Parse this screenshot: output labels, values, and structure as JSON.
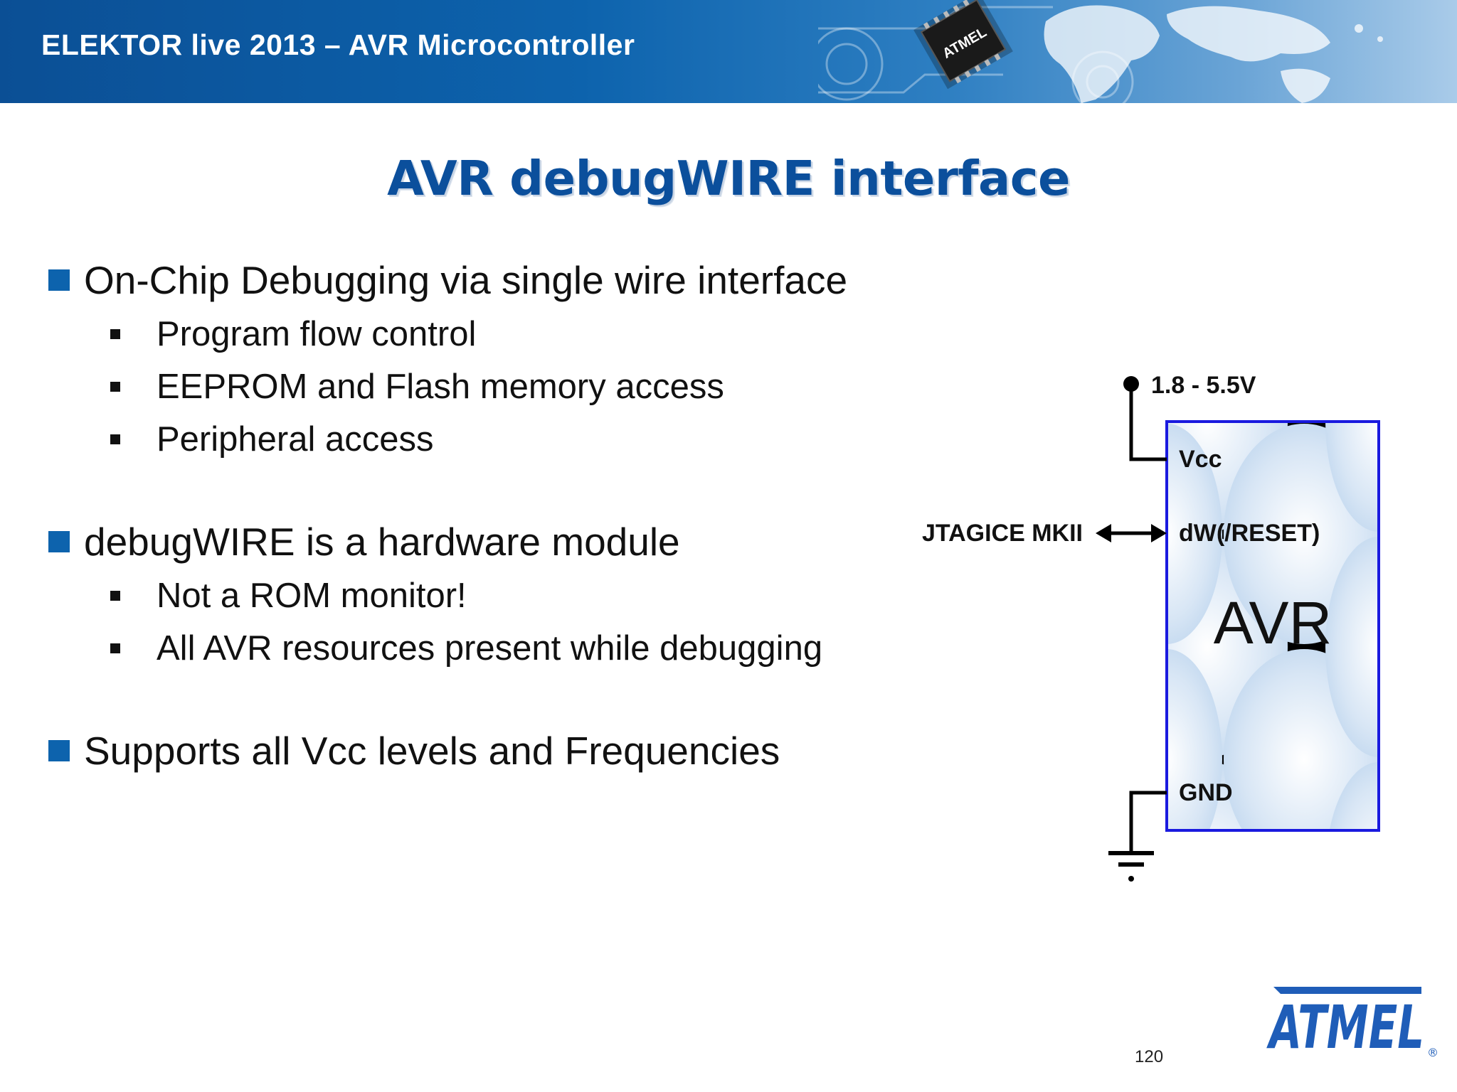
{
  "header": {
    "title": "ELEKTOR live 2013 – AVR Microcontroller",
    "chip_logo_text": "ATMEL"
  },
  "slide": {
    "title": "AVR debugWIRE interface",
    "bullets": [
      {
        "text": "On-Chip Debugging via single wire interface",
        "sub": [
          "Program flow control",
          "EEPROM and Flash memory access",
          "Peripheral access"
        ]
      },
      {
        "text": "debugWIRE is a hardware module",
        "sub": [
          "Not a ROM monitor!",
          "All AVR resources present while debugging"
        ]
      },
      {
        "text": "Supports all Vcc levels and Frequencies",
        "sub": []
      }
    ]
  },
  "diagram": {
    "supply_label": "1.8 - 5.5V",
    "pin_vcc": "Vcc",
    "pin_dw": "dW(/RESET)",
    "pin_gnd": "GND",
    "chip_label": "AVR",
    "debugger_label": "JTAGICE MKII"
  },
  "footer": {
    "page_number": "120",
    "logo_text": "ATMEL",
    "registered_mark": "®"
  },
  "colors": {
    "brand_blue": "#0d63ad",
    "title_blue": "#0b4f9c",
    "chip_border": "#1a1adf"
  }
}
